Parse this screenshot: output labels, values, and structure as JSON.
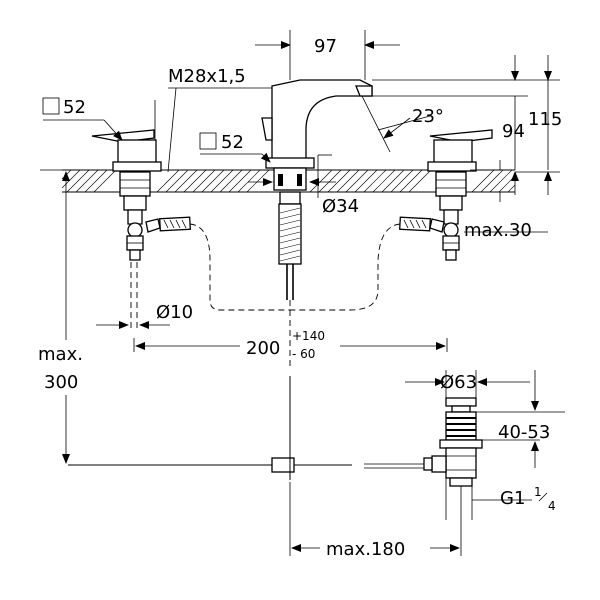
{
  "labels": {
    "spout_reach": "97",
    "thread": "M28x1,5",
    "handle_square_left": "52",
    "handle_square_center": "52",
    "spout_angle": "23°",
    "spout_height": "94",
    "total_height": "115",
    "hole_diameter": "Ø34",
    "max_thickness": "max.30",
    "pipe_diameter": "Ø10",
    "center_distance": "200",
    "tolerance_plus": "+140",
    "tolerance_minus": "- 60",
    "max_depth_line1": "max.",
    "max_depth_line2": "300",
    "drain_diameter": "Ø63",
    "drain_range": "40-53",
    "drain_thread": "G1",
    "drain_thread_num": "1",
    "drain_thread_den": "4",
    "drain_reach": "max.180"
  }
}
